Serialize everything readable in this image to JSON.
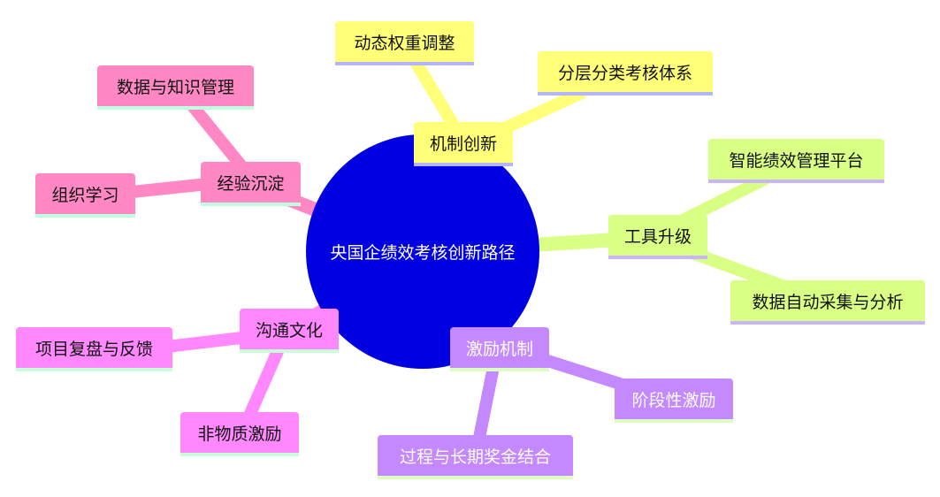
{
  "center": "央国企绩效考核创新路径",
  "branches": {
    "mechanism": {
      "label": "机制创新",
      "children": [
        "动态权重调整",
        "分层分类考核体系"
      ]
    },
    "tools": {
      "label": "工具升级",
      "children": [
        "智能绩效管理平台",
        "数据自动采集与分析"
      ]
    },
    "incentive": {
      "label": "激励机制",
      "children": [
        "阶段性激励",
        "过程与长期奖金结合"
      ]
    },
    "culture": {
      "label": "沟通文化",
      "children": [
        "项目复盘与反馈",
        "非物质激励"
      ]
    },
    "experience": {
      "label": "经验沉淀",
      "children": [
        "数据与知识管理",
        "组织学习"
      ]
    }
  },
  "colors": {
    "center": "#0000e0",
    "mechanism": "#ffff78",
    "tools": "#d9ff85",
    "incentive": "#c488ff",
    "culture": "#ff88ff",
    "experience": "#ff88c4"
  }
}
